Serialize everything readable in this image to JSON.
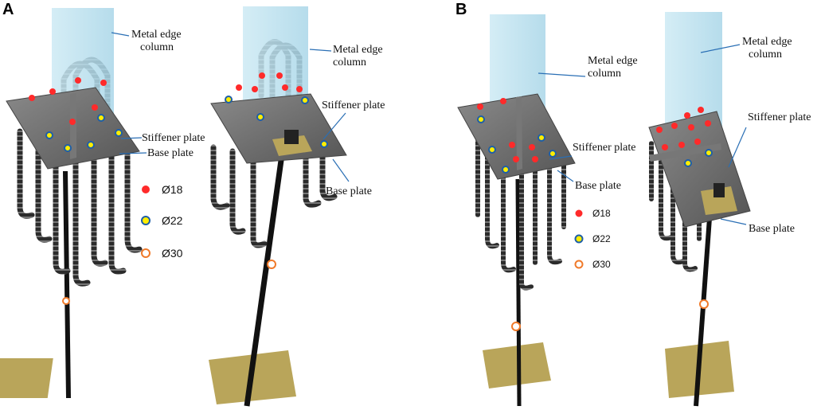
{
  "panels": {
    "a": {
      "letter": "A",
      "left": {
        "column_label_1": "Metal edge",
        "column_label_2": "column",
        "stiffener_label": "Stiffener plate",
        "base_label": "Base plate"
      },
      "right": {
        "column_label_1": "Metal edge",
        "column_label_2": "column",
        "stiffener_label": "Stiffener plate",
        "base_label": "Base plate"
      },
      "legend": {
        "d18": "Ø18",
        "d22": "Ø22",
        "d30": "Ø30"
      }
    },
    "b": {
      "letter": "B",
      "left": {
        "column_label_1": "Metal edge",
        "column_label_2": "column",
        "stiffener_label": "Stiffener plate",
        "base_label": "Base plate"
      },
      "right": {
        "column_label_1": "Metal edge",
        "column_label_2": "column",
        "stiffener_label": "Stiffener plate",
        "base_label": "Base plate"
      },
      "legend": {
        "d18": "Ø18",
        "d22": "Ø22",
        "d30": "Ø30"
      }
    }
  },
  "colors": {
    "column": "#bfe3f0",
    "plate": "#6e6e6e",
    "rebar": "#2a2a2a",
    "anchor_plate": "#b9a55a",
    "d18_marker": "#ff2a2a",
    "d22_marker_fill": "#ffee00",
    "d22_marker_ring": "#1d5fa8",
    "d30_marker": "#f07a2a",
    "arrow": "#2a6fb5"
  }
}
